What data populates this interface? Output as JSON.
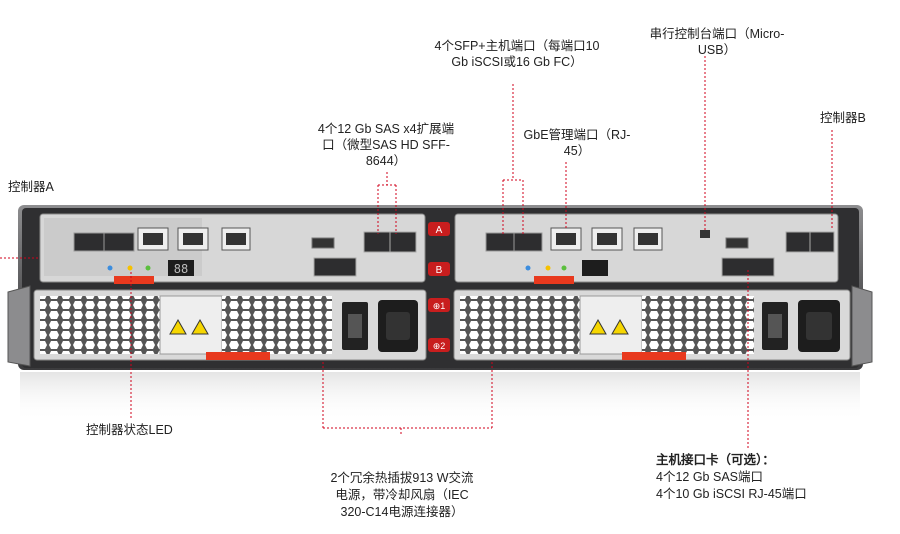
{
  "labels": {
    "sfp_host_ports": [
      "4个SFP+主机端口（每端口10",
      "Gb iSCSI或16 Gb FC）"
    ],
    "serial_console": [
      "串行控制台端口（Micro-",
      "USB）"
    ],
    "sas_expansion": [
      "4个12 Gb SAS x4扩展端",
      "口（微型SAS HD SFF-",
      "8644）"
    ],
    "gbe_mgmt": [
      "GbE管理端口（RJ-",
      "45）"
    ],
    "controller_b": "控制器B",
    "controller_a": "控制器A",
    "controller_led": "控制器状态LED",
    "psu": [
      "2个冗余热插拔913 W交流",
      "电源，带冷却风扇（IEC",
      "320-C14电源连接器）"
    ],
    "hic_title": "主机接口卡（可选）：",
    "hic_lines": [
      "4个12 Gb SAS端口",
      "4个10 Gb iSCSI RJ-45端口"
    ]
  },
  "badges": {
    "a": "A",
    "b": "B",
    "p1": "⊕1",
    "p2": "⊕2"
  },
  "seven_segment": "88",
  "colors": {
    "leader": "#d0021b",
    "chassis": "#3a3a3c",
    "latch": "#e8391e",
    "panel": "#d9d9d9"
  }
}
